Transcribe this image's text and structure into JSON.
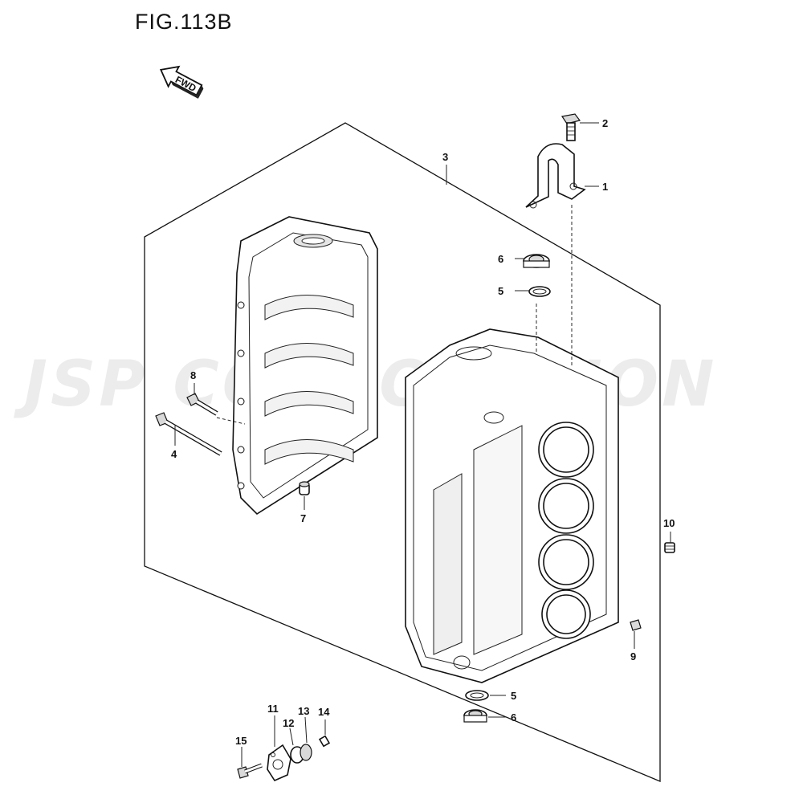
{
  "figure": {
    "title": "FIG.113B"
  },
  "fwd_arrow": {
    "label": "FWD"
  },
  "watermark": {
    "text": "JSP CORPORATION"
  },
  "callouts": {
    "c1": "1",
    "c2": "2",
    "c3": "3",
    "c4": "4",
    "c5a": "5",
    "c5b": "5",
    "c6a": "6",
    "c6b": "6",
    "c7": "7",
    "c8": "8",
    "c9": "9",
    "c10": "10",
    "c11": "11",
    "c12": "12",
    "c13": "13",
    "c14": "14",
    "c15": "15"
  }
}
